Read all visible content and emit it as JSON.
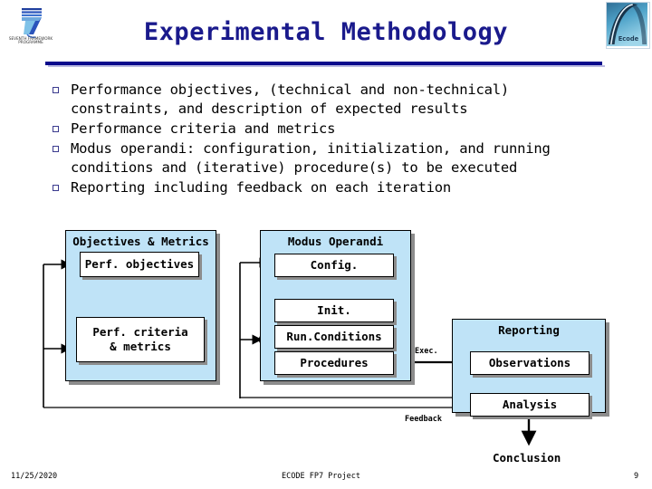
{
  "header": {
    "title": "Experimental Methodology",
    "left_logo_name": "fp7-logo",
    "left_logo_caption": "SEVENTH FRAMEWORK PROGRAMME",
    "right_logo_name": "ecode-logo",
    "right_logo_caption": "Ecode",
    "rule_color": "#0a0a8c",
    "title_color": "#1a1a8c"
  },
  "bullets": [
    "Performance objectives, (technical and non-technical)\nconstraints, and description of expected results",
    "Performance criteria and metrics",
    "Modus operandi: configuration, initialization, and running\nconditions and (iterative) procedure(s) to be executed",
    "Reporting including feedback on each iteration"
  ],
  "diagram": {
    "group_fill": "#bfe3f7",
    "node_fill": "#ffffff",
    "groups": [
      {
        "id": "objectives-metrics",
        "title": "Objectives & Metrics",
        "nodes": [
          {
            "id": "perf-objectives",
            "label": "Perf. objectives"
          },
          {
            "id": "perf-criteria",
            "label": "Perf. criteria\n& metrics"
          }
        ]
      },
      {
        "id": "modus-operandi",
        "title": "Modus Operandi",
        "nodes": [
          {
            "id": "config",
            "label": "Config."
          },
          {
            "id": "init",
            "label": "Init."
          },
          {
            "id": "run-conditions",
            "label": "Run.Conditions"
          },
          {
            "id": "procedures",
            "label": "Procedures"
          }
        ]
      },
      {
        "id": "reporting",
        "title": "Reporting",
        "nodes": [
          {
            "id": "observations",
            "label": "Observations"
          },
          {
            "id": "analysis",
            "label": "Analysis"
          }
        ]
      }
    ],
    "edge_labels": {
      "exec": "Exec.",
      "feedback": "Feedback"
    },
    "conclusion": "Conclusion"
  },
  "footer": {
    "date": "11/25/2020",
    "project": "ECODE FP7 Project",
    "page": "9"
  }
}
